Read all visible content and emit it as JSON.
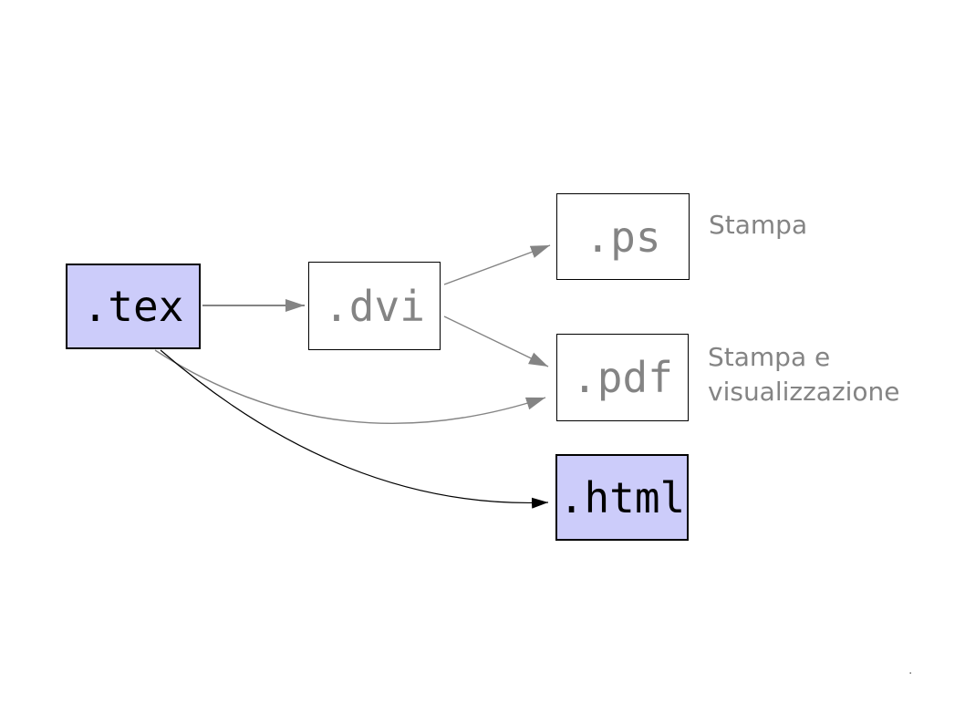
{
  "slide": {
    "nodes": {
      "tex": {
        "label": ".tex",
        "type": "highlighted"
      },
      "dvi": {
        "label": ".dvi",
        "type": "plain"
      },
      "ps": {
        "label": ".ps",
        "type": "plain"
      },
      "pdf": {
        "label": ".pdf",
        "type": "plain"
      },
      "html": {
        "label": ".html",
        "type": "highlighted"
      }
    },
    "annotations": {
      "ps_note": "Stampa",
      "pdf_note": "Stampa e visualizzazione"
    },
    "edges": [
      {
        "from": "tex",
        "to": "dvi",
        "color": "gray",
        "style": "straight"
      },
      {
        "from": "dvi",
        "to": "ps",
        "color": "gray",
        "style": "straight"
      },
      {
        "from": "dvi",
        "to": "pdf",
        "color": "gray",
        "style": "straight"
      },
      {
        "from": "tex",
        "to": "pdf",
        "color": "gray",
        "style": "curved"
      },
      {
        "from": "tex",
        "to": "html",
        "color": "black",
        "style": "curved"
      }
    ],
    "colors": {
      "node_highlight_fill": "#ccccfa",
      "node_plain_fill": "#ffffff",
      "node_border": "#000000",
      "gray_text": "#848484",
      "black_text": "#000000",
      "arrow_gray": "#848484",
      "arrow_black": "#000000"
    },
    "page_marker": "."
  }
}
